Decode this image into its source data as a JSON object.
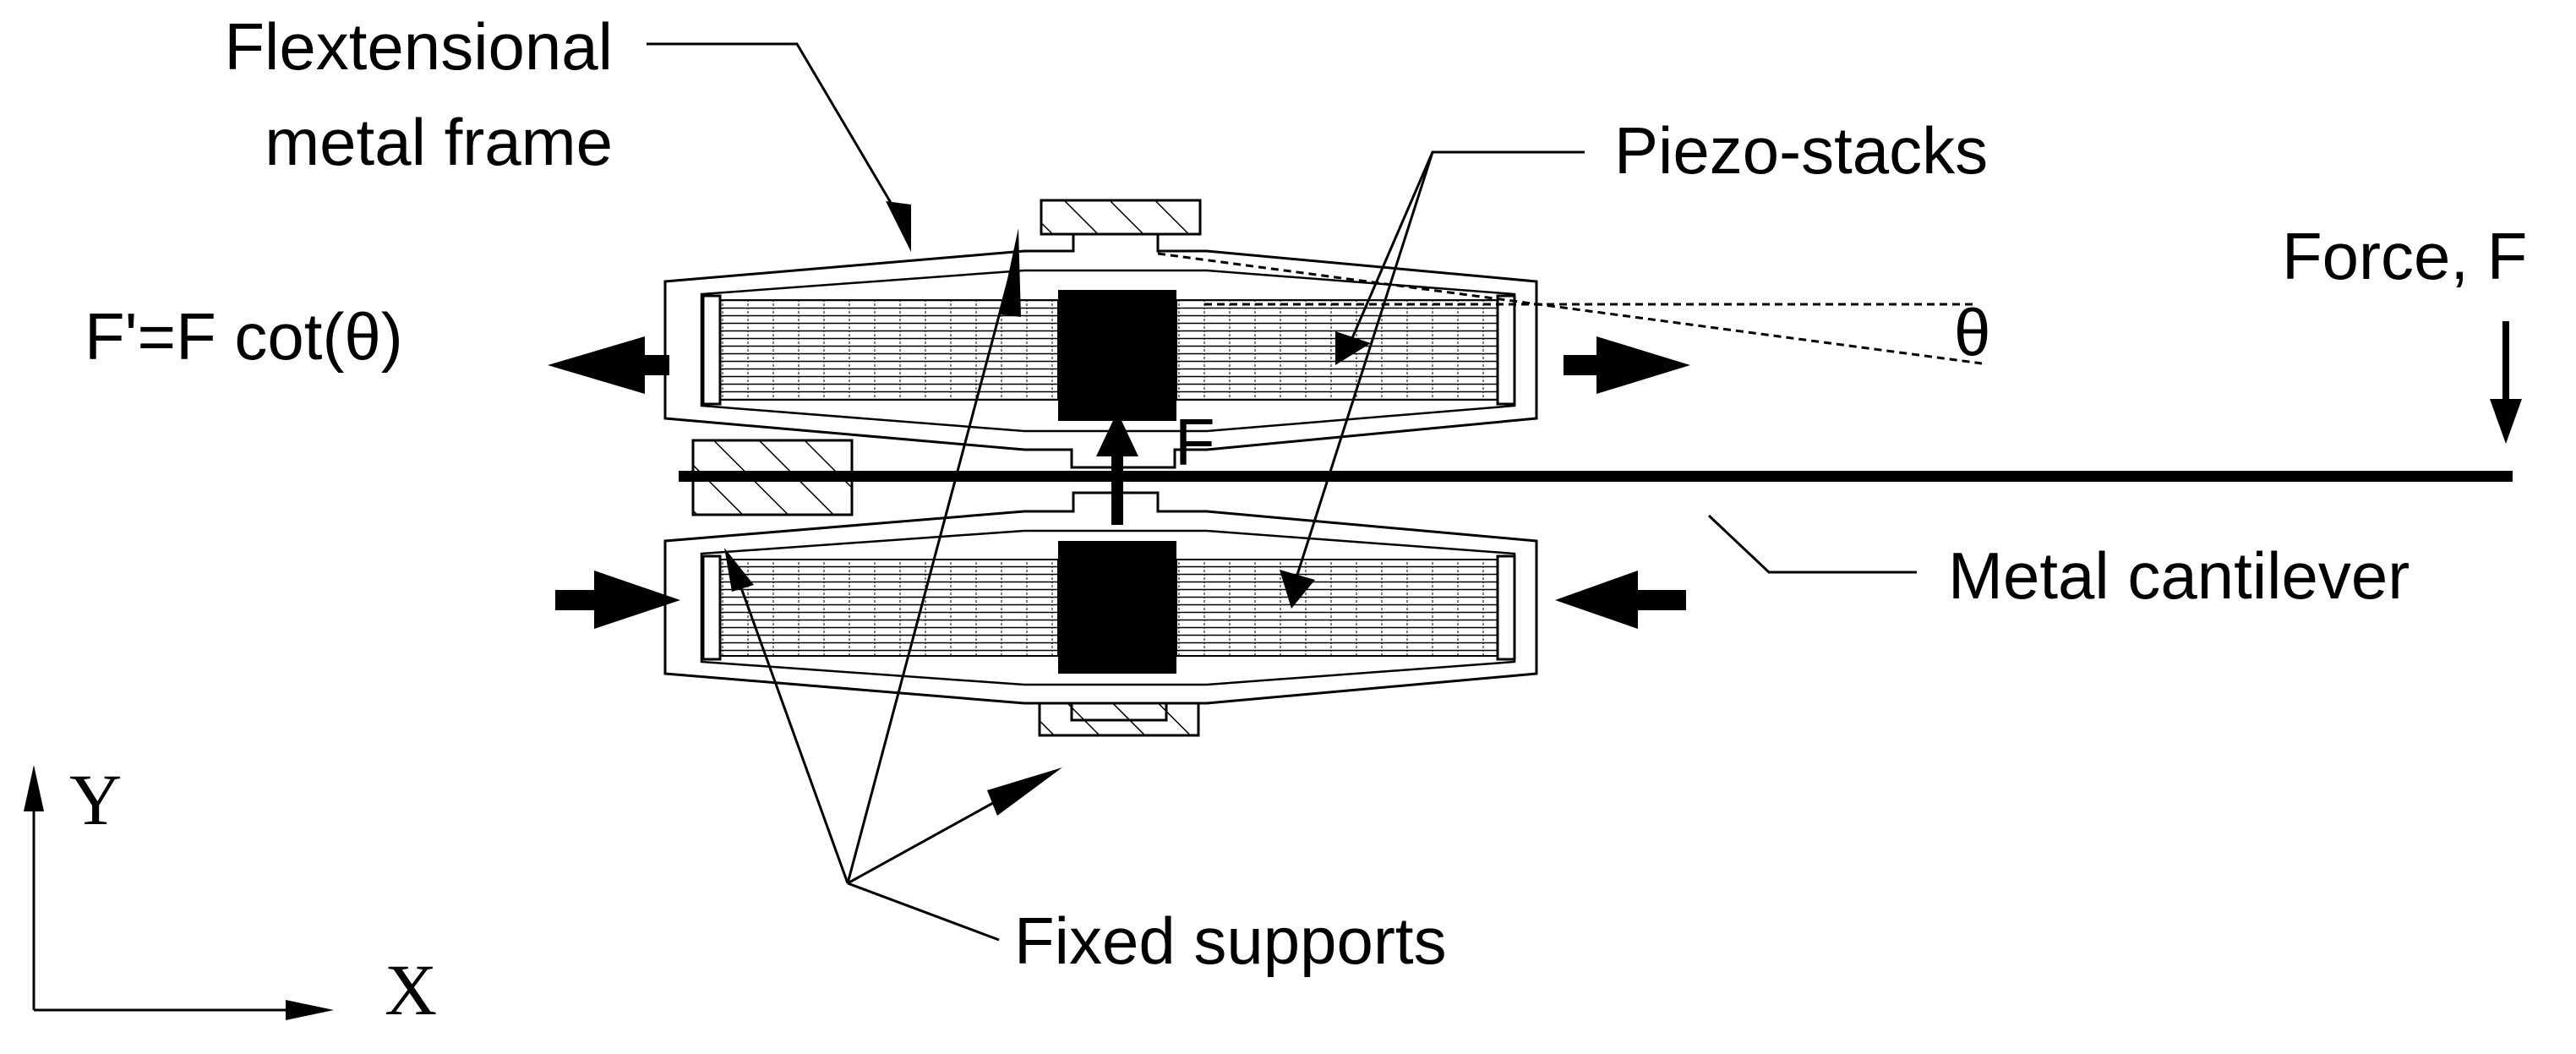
{
  "labels": {
    "frame_line1": "Flextensional",
    "frame_line2": "metal frame",
    "piezo": "Piezo-stacks",
    "force": "Force, F",
    "amplified_force": "F'=F cot(θ)",
    "theta": "θ",
    "internal_force": "F",
    "cantilever": "Metal cantilever",
    "supports": "Fixed supports",
    "axis_y": "Y",
    "axis_x": "X"
  }
}
